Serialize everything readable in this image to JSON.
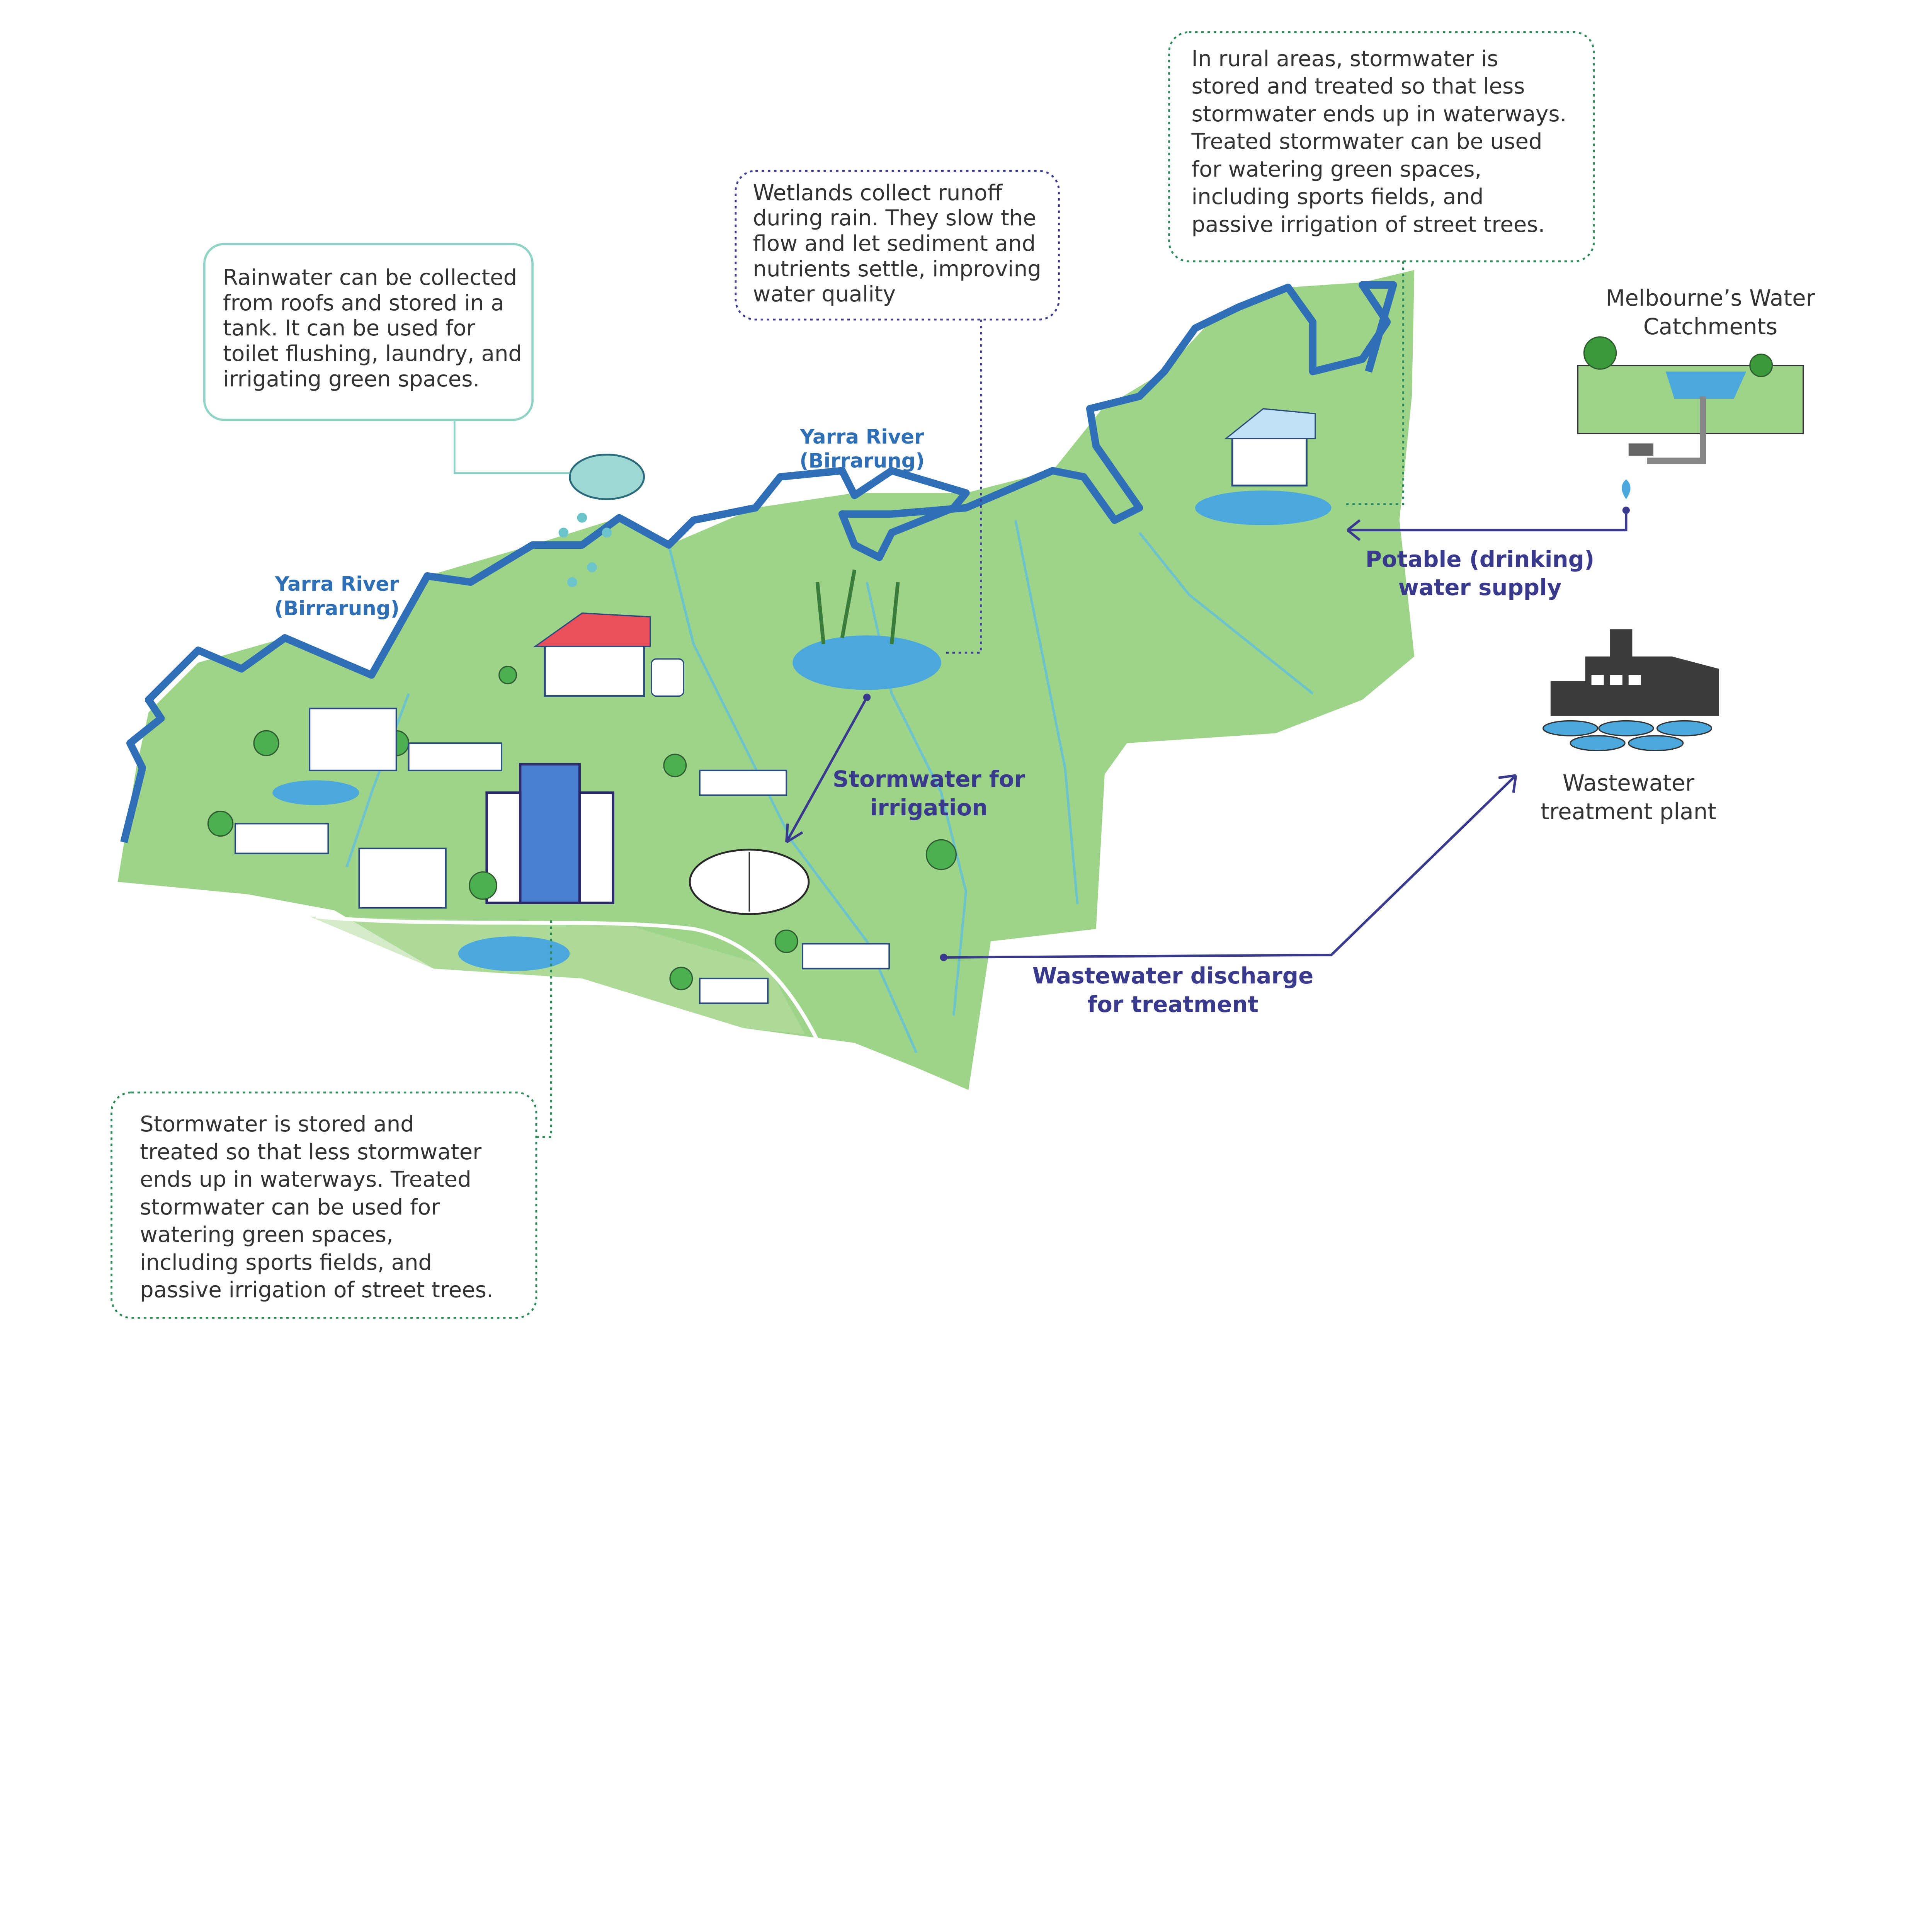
{
  "callouts": {
    "rainwater": [
      "Rainwater can be collected",
      "from roofs and stored in a",
      "tank. It can be used for",
      "toilet flushing, laundry, and",
      "irrigating green spaces."
    ],
    "wetlands": [
      "Wetlands collect runoff",
      "during rain. They slow the",
      "flow and let sediment and",
      "nutrients settle, improving",
      "water quality"
    ],
    "rural": [
      "In rural areas, stormwater is",
      "stored and treated so that less",
      "stormwater ends up in waterways.",
      "Treated stormwater can be used",
      "for watering green spaces,",
      "including sports fields, and",
      "passive irrigation of street trees."
    ],
    "urban": [
      "Stormwater is stored and",
      "treated so that less stormwater",
      "ends up in waterways. Treated",
      "stormwater can be used for",
      "watering green spaces,",
      "including sports fields, and",
      "passive irrigation of street trees."
    ]
  },
  "labels": {
    "yarra_west": [
      "Yarra River",
      "(Birrarung)"
    ],
    "yarra_central": [
      "Yarra River",
      "(Birrarung)"
    ],
    "stormwater_irrigation": [
      "Stormwater for",
      "irrigation"
    ],
    "potable": [
      "Potable (drinking)",
      "water supply"
    ],
    "wastewater_discharge": [
      "Wastewater discharge",
      "for treatment"
    ],
    "catchments": [
      "Melbourne’s Water",
      "Catchments"
    ],
    "treatment_plant": [
      "Wastewater",
      "treatment plant"
    ]
  },
  "colors": {
    "land": "#9ed38a",
    "river": "#2f6fb5",
    "stream": "#6cc3c9",
    "flow_arrow": "#3a3a8c",
    "callout_teal": "#8fd3c7",
    "callout_green": "#2e8b57"
  }
}
